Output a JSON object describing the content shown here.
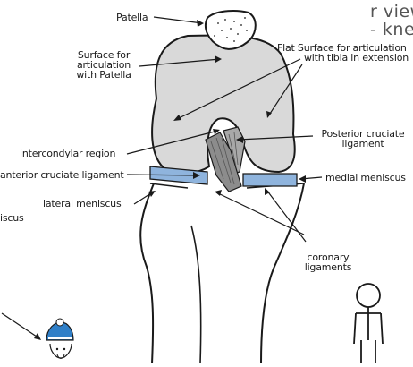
{
  "title_fragment": {
    "line1": "r view",
    "line2": "- knee"
  },
  "labels": {
    "patella": "Patella",
    "surface_patella": [
      "Surface for",
      "articulation",
      "with Patella"
    ],
    "flat_surface": [
      "Flat Surface for articulation",
      "with tibia in extension"
    ],
    "intercondylar": "intercondylar region",
    "anterior_cruciate": "anterior cruciate ligament",
    "posterior_cruciate": [
      "Posterior cruciate",
      "ligament"
    ],
    "medial_meniscus": "medial meniscus",
    "lateral_meniscus": "lateral meniscus",
    "coronary": [
      "coronary",
      "ligaments"
    ],
    "left_fragment": "iscus"
  },
  "colors": {
    "bone_fill": "#d9d9d9",
    "meniscus_blue": "#8fb4dd",
    "ligament_gray": "#8c8c8c",
    "hat_blue": "#2f7fc8",
    "ink": "#1a1a1a"
  },
  "icons": [
    "child-doodle-icon",
    "stick-figure-icon"
  ]
}
